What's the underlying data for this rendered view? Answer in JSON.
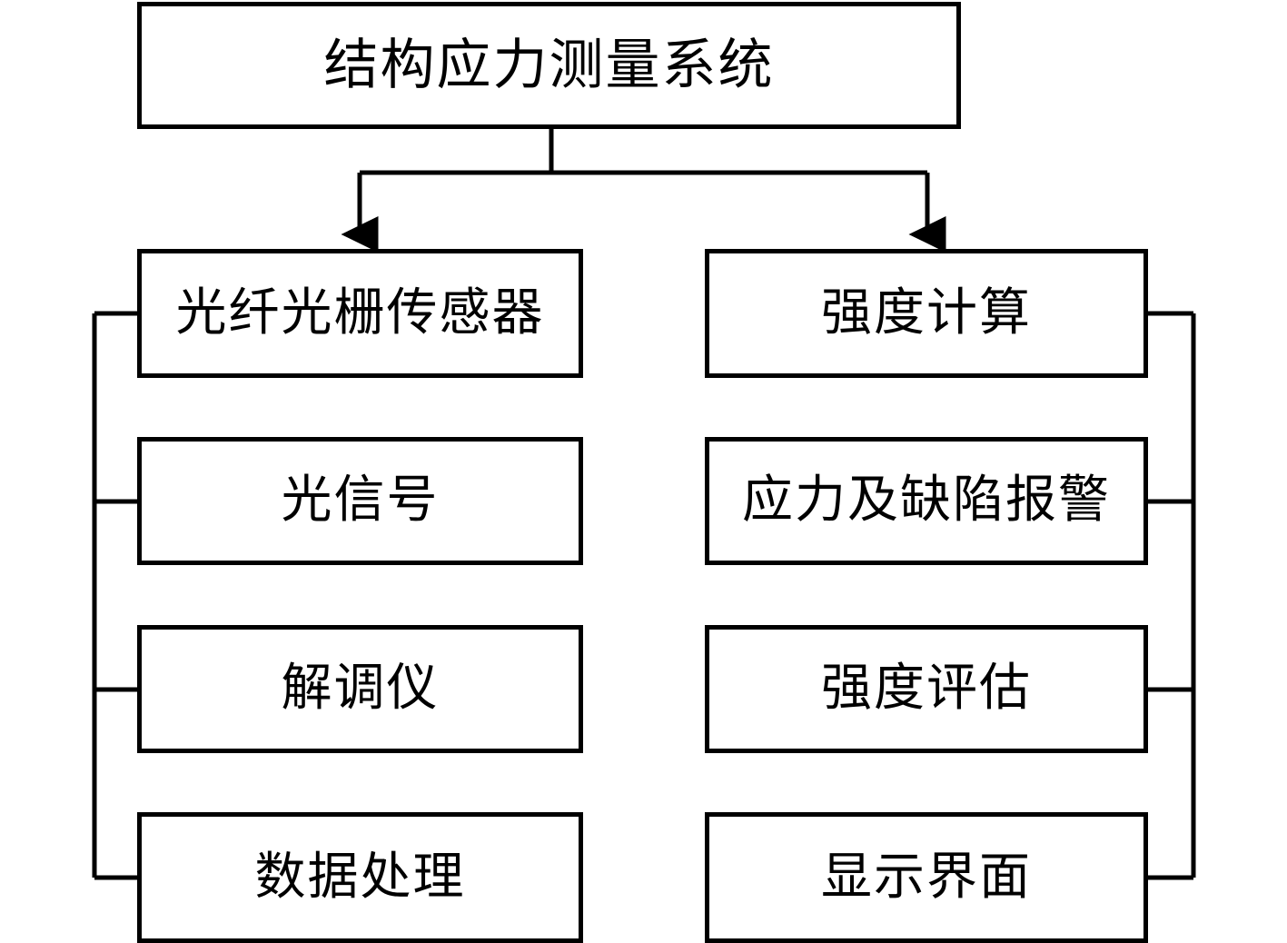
{
  "diagram": {
    "title_node": {
      "label": "结构应力测量系统",
      "name": "structure-stress-measurement-system"
    },
    "branches": [
      {
        "name": "left-branch",
        "nodes": [
          {
            "label": "光纤光栅传感器"
          },
          {
            "label": "光信号"
          },
          {
            "label": "解调仪"
          },
          {
            "label": "数据处理"
          }
        ]
      },
      {
        "name": "right-branch",
        "nodes": [
          {
            "label": "强度计算"
          },
          {
            "label": "应力及缺陷报警"
          },
          {
            "label": "强度评估"
          },
          {
            "label": "显示界面"
          }
        ]
      }
    ],
    "style": {
      "stroke_color": "#000000",
      "fill_color": "#ffffff",
      "background": "#ffffff",
      "stroke_width": "5"
    }
  }
}
